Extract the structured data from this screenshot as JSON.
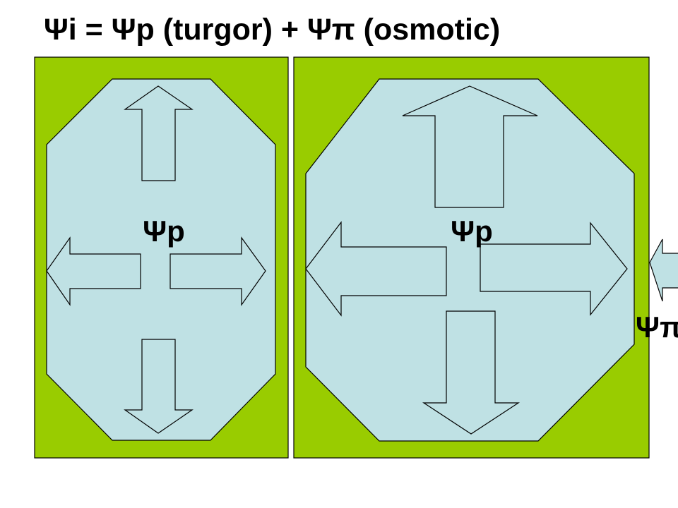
{
  "title": "Ψi = Ψp (turgor) + Ψπ (osmotic)",
  "labels": {
    "cell1_pressure": "Ψp",
    "cell2_pressure": "Ψp",
    "osmotic_partial": "Ψπ"
  },
  "colors": {
    "cell_wall": "#99cc00",
    "vacuole": "#bfe1e4",
    "outline": "#000000",
    "background": "#ffffff"
  },
  "icons": {
    "arrow_shape": "block-arrow"
  }
}
